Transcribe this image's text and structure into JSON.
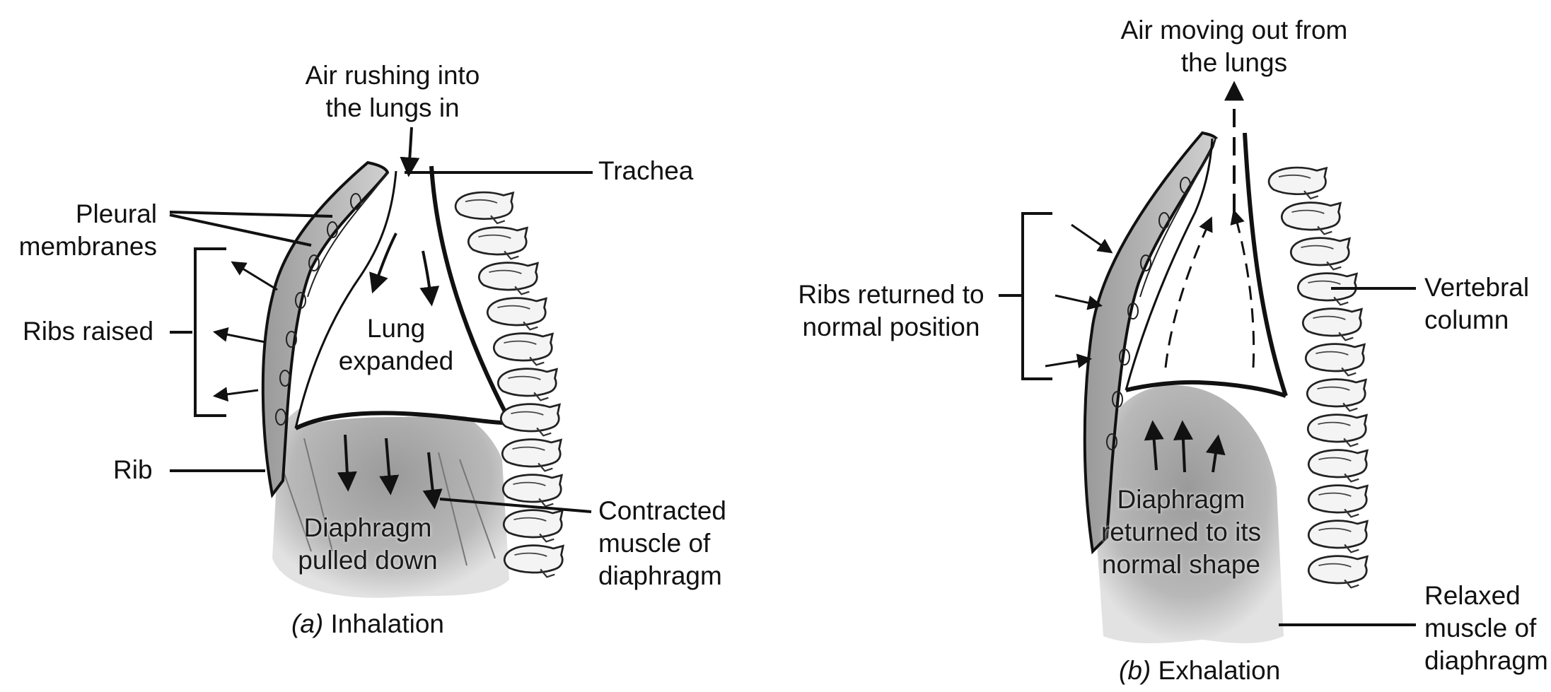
{
  "panel_a": {
    "labels": {
      "air_in": [
        "Air rushing into",
        "the lungs in"
      ],
      "trachea": "Trachea",
      "pleural": [
        "Pleural",
        "membranes"
      ],
      "ribs_raised": "Ribs raised",
      "lung": [
        "Lung",
        "expanded"
      ],
      "rib": "Rib",
      "diaphragm": [
        "Diaphragm",
        "pulled down"
      ],
      "contracted": [
        "Contracted",
        "muscle of",
        "diaphragm"
      ]
    },
    "caption_letter": "(a)",
    "caption_text": "Inhalation"
  },
  "panel_b": {
    "labels": {
      "air_out": [
        "Air moving out from",
        "the lungs"
      ],
      "ribs_returned": [
        "Ribs returned to",
        "normal position"
      ],
      "vertebral": [
        "Vertebral",
        "column"
      ],
      "diaphragm": [
        "Diaphragm",
        "returned to its",
        "normal shape"
      ],
      "relaxed": [
        "Relaxed",
        "muscle of",
        "diaphragm"
      ]
    },
    "caption_letter": "(b)",
    "caption_text": "Exhalation"
  }
}
